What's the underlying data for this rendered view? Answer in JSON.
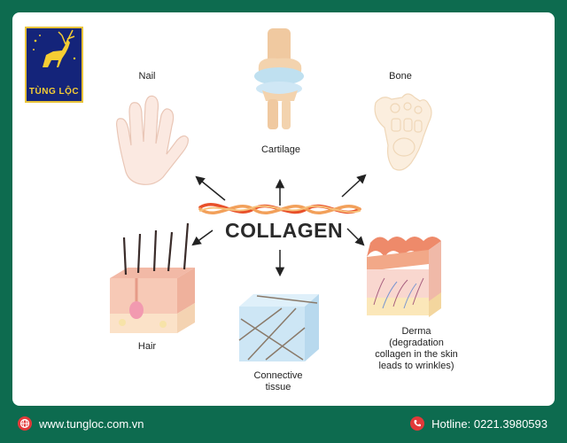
{
  "logo": {
    "text": "TÙNG LỘC"
  },
  "center": {
    "label": "COLLAGEN"
  },
  "items": {
    "nail": "Nail",
    "cartilage": "Cartilage",
    "bone": "Bone",
    "hair": "Hair",
    "connective": [
      "Connective",
      "tissue"
    ],
    "derma": [
      "Derma",
      "(degradation",
      "collagen in the skin",
      "leads to wrinkles)"
    ]
  },
  "footer": {
    "website": "www.tungloc.com.vn",
    "hotline": "Hotline: 0221.3980593"
  },
  "colors": {
    "background": "#0d6b4f",
    "accent": "#e23a3a",
    "logo_bg": "#14247a",
    "logo_gold": "#f5cd33"
  }
}
